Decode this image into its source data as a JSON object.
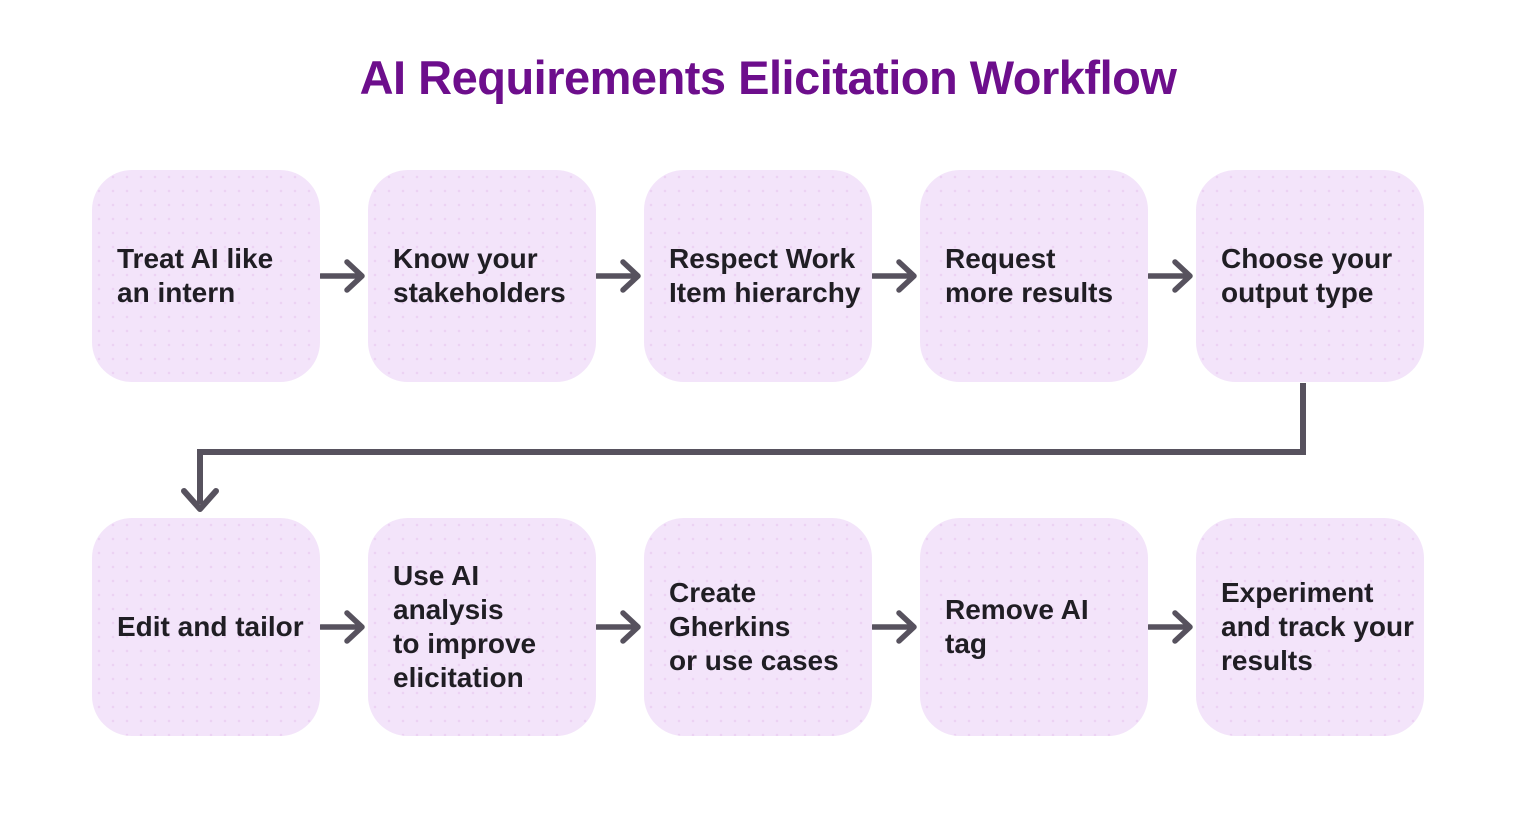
{
  "title": "AI Requirements Elicitation Workflow",
  "rows": [
    {
      "steps": [
        "Treat AI like\nan intern",
        "Know your\nstakeholders",
        "Respect Work\nItem hierarchy",
        "Request\nmore results",
        "Choose your\noutput type"
      ]
    },
    {
      "steps": [
        "Edit and tailor",
        "Use AI analysis\nto improve\nelicitation",
        "Create Gherkins\nor use cases",
        "Remove AI\ntag",
        "Experiment\nand track your\nresults"
      ]
    }
  ],
  "colors": {
    "title": "#6d0e8c",
    "box_fill": "#f3e4fa",
    "box_text": "#201e24",
    "arrow": "#57525e",
    "background_top": "#d56fc5",
    "background_middle": "#cdc7f6",
    "background_bottom": "#cc6bc5"
  }
}
